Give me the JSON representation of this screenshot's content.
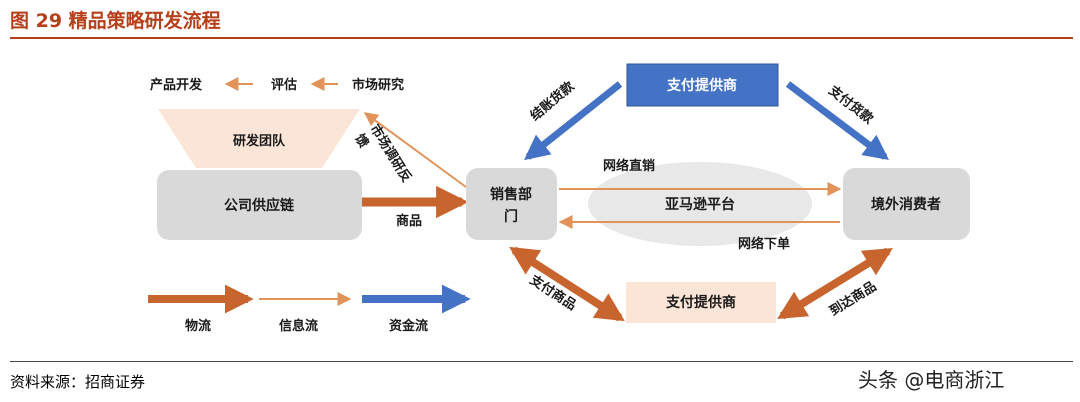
{
  "figure_title": "图 29  精品策略研发流程",
  "source": "资料来源：招商证券",
  "watermark": "头条 @电商浙江",
  "nodes": {
    "product_dev": "产品开发",
    "evaluate": "评估",
    "market_research": "市场研究",
    "rd_team": "研发团队",
    "company_supply_chain": "公司供应链",
    "sales_dept_line1": "销售部",
    "sales_dept_line2": "门",
    "overseas_consumer": "境外消费者",
    "amazon_platform": "亚马逊平台",
    "payment_provider_top": "支付提供商",
    "payment_provider_bottom": "支付提供商"
  },
  "edge_labels": {
    "market_feedback_line1": "市场调研反",
    "market_feedback_line2": "馈",
    "goods": "商品",
    "online_direct_sale": "网络直销",
    "online_order": "网络下单",
    "settlement": "结账货款",
    "payment": "支付货款",
    "pay_goods": "支付商品",
    "deliver_goods": "到达商品"
  },
  "legend": {
    "logistics": "物流",
    "info_flow": "信息流",
    "fund_flow": "资金流"
  },
  "colors": {
    "title_red": "#b5401a",
    "logistics_brown": "#c8642d",
    "info_orange": "#e2935a",
    "fund_blue": "#4472c4",
    "node_gray": "#d9d9d9",
    "pink_fill": "#fbe5d6"
  }
}
